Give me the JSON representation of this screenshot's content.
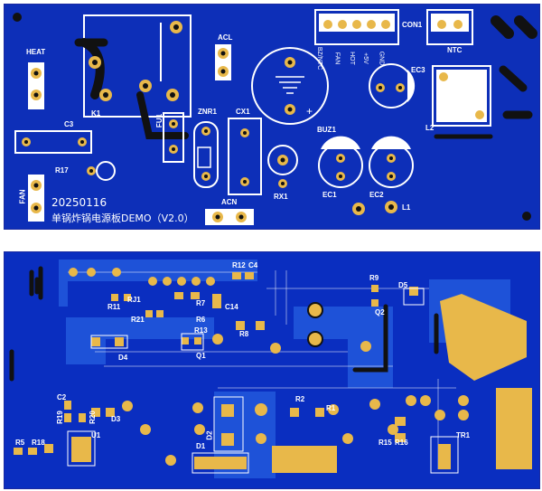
{
  "top_board": {
    "date_code": "20250116",
    "board_title": "单锅炸锅电源板DEMO（V2.0）",
    "labels": {
      "heat": "HEAT",
      "fan": "FAN",
      "k1": "K1",
      "acl": "ACL",
      "acn": "ACN",
      "c3": "C3",
      "r17": "R17",
      "fu1": "FU1",
      "znr1": "ZNR1",
      "cx1": "CX1",
      "rx1": "RX1",
      "buz1": "BUZ1",
      "ec1": "EC1",
      "ec2": "EC2",
      "ec3": "EC3",
      "l1": "L1",
      "l2": "L2",
      "con1": "CON1",
      "ntc": "NTC",
      "conn_pins": [
        "BZ/NTC",
        "FAN",
        "HOT",
        "+5V",
        "GND"
      ]
    }
  },
  "bottom_board": {
    "labels": {
      "r12": "R12",
      "c4": "C4",
      "r11": "R11",
      "rj1": "RJ1",
      "r21": "R21",
      "r7": "R7",
      "c14": "C14",
      "r6": "R6",
      "r13": "R13",
      "r8": "R8",
      "q1": "Q1",
      "d4": "D4",
      "r9": "R9",
      "d5": "D5",
      "q2": "Q2",
      "c2": "C2",
      "r19": "R19",
      "r20": "R20",
      "d3": "D3",
      "r2": "R2",
      "r1": "R1",
      "r5": "R5",
      "r18": "R18",
      "u1": "U1",
      "d1": "D1",
      "d2": "D2",
      "r15": "R15",
      "r16": "R16",
      "tr1": "TR1"
    }
  },
  "colors": {
    "board_blue": "#0d2fb8",
    "silk_white": "#ffffff",
    "pad_gold": "#e8b84a",
    "hole_black": "#111111",
    "copper_light": "#1e52d8"
  }
}
